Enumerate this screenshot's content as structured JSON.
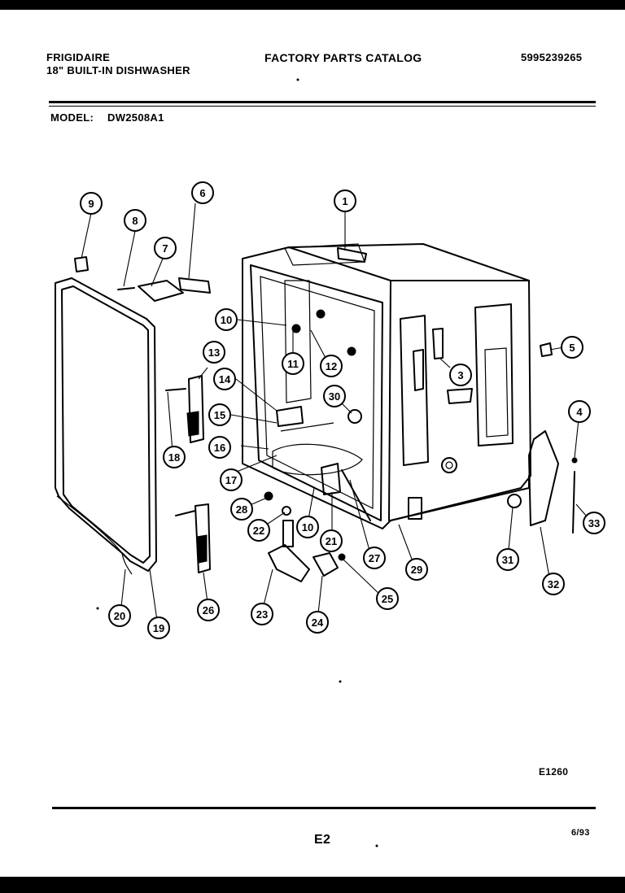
{
  "header": {
    "brand": "FRIGIDAIRE",
    "product": "18\" BUILT-IN DISHWASHER",
    "catalog_title": "FACTORY PARTS CATALOG",
    "catalog_number": "5995239265",
    "model_label": "MODEL:",
    "model_number": "DW2508A1"
  },
  "diagram": {
    "part_callouts": [
      "1",
      "3",
      "4",
      "5",
      "6",
      "7",
      "8",
      "9",
      "10",
      "10",
      "11",
      "12",
      "13",
      "14",
      "15",
      "16",
      "16",
      "17",
      "18",
      "19",
      "20",
      "21",
      "22",
      "23",
      "24",
      "25",
      "26",
      "26",
      "27",
      "28",
      "29",
      "30",
      "31",
      "32",
      "33"
    ],
    "drawing_code": "E1260"
  },
  "footer": {
    "page": "E2",
    "date": "6/93"
  }
}
